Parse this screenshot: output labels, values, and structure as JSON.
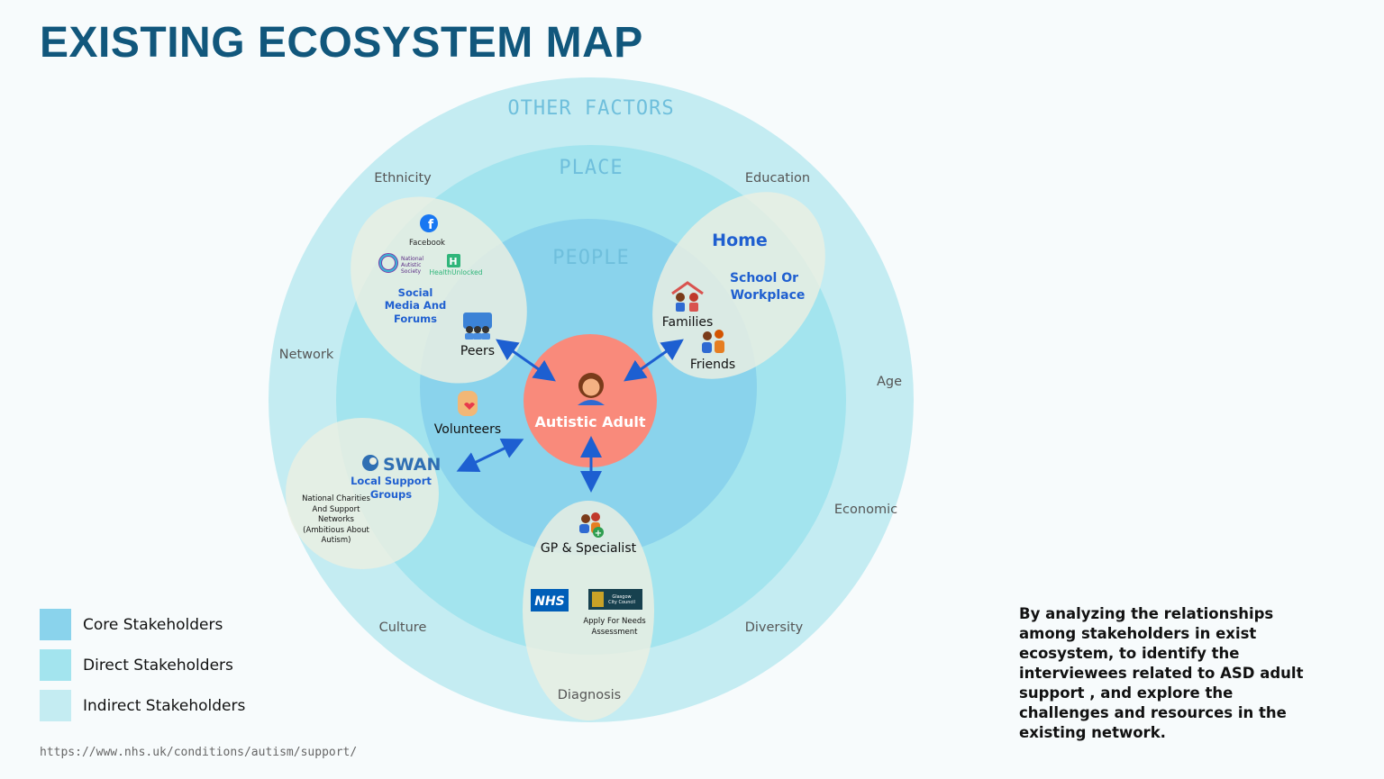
{
  "title": "EXISTING ECOSYSTEM MAP",
  "colors": {
    "title": "#11577c",
    "core": "#8ad3ec",
    "direct": "#a3e4ee",
    "indirect": "#c4ecf2",
    "center": "#f98a7b",
    "blob": "#e9ecde",
    "arrow": "#1d5fd1",
    "blue_text": "#1f5fd0",
    "ring_label": "#6fbfdc"
  },
  "rings": {
    "outer": "OTHER FACTORS",
    "middle": "PLACE",
    "inner": "PEOPLE"
  },
  "factors": {
    "ethnicity": "Ethnicity",
    "education": "Education",
    "network": "Network",
    "age": "Age",
    "economic": "Economic",
    "culture": "Culture",
    "diversity": "Diversity",
    "diagnosis": "Diagnosis"
  },
  "center": {
    "label": "Autistic Adult"
  },
  "people": {
    "peers": "Peers",
    "volunteers": "Volunteers",
    "families": "Families",
    "friends": "Friends",
    "gp": "GP & Specialist"
  },
  "online": {
    "facebook": "Facebook",
    "nas_line1": "National",
    "nas_line2": "Autistic",
    "nas_line3": "Society",
    "healthunlocked": "HealthUnlocked",
    "label_line1": "Social",
    "label_line2": "Media And",
    "label_line3": "Forums"
  },
  "home": {
    "home": "Home",
    "school_line1": "School Or",
    "school_line2": "Workplace"
  },
  "support": {
    "swan": "SWAN",
    "label_line1": "Local Support",
    "label_line2": "Groups",
    "charities_line1": "National Charities",
    "charities_line2": "And Support",
    "charities_line3": "Networks",
    "charities_line4": "(Ambitious About",
    "charities_line5": "Autism)"
  },
  "health": {
    "nhs": "NHS",
    "glasgow_line1": "Glasgow",
    "glasgow_line2": "City Council",
    "apply_line1": "Apply For Needs",
    "apply_line2": "Assessment"
  },
  "legend": [
    {
      "label": "Core Stakeholders",
      "color": "#8ad3ec"
    },
    {
      "label": "Direct Stakeholders",
      "color": "#a3e4ee"
    },
    {
      "label": "Indirect Stakeholders",
      "color": "#c4ecf2"
    }
  ],
  "summary": "By analyzing the relationships among stakeholders in exist ecosystem, to identify the interviewees related to ASD adult support , and explore the challenges and resources in the existing network.",
  "source": "https://www.nhs.uk/conditions/autism/support/"
}
